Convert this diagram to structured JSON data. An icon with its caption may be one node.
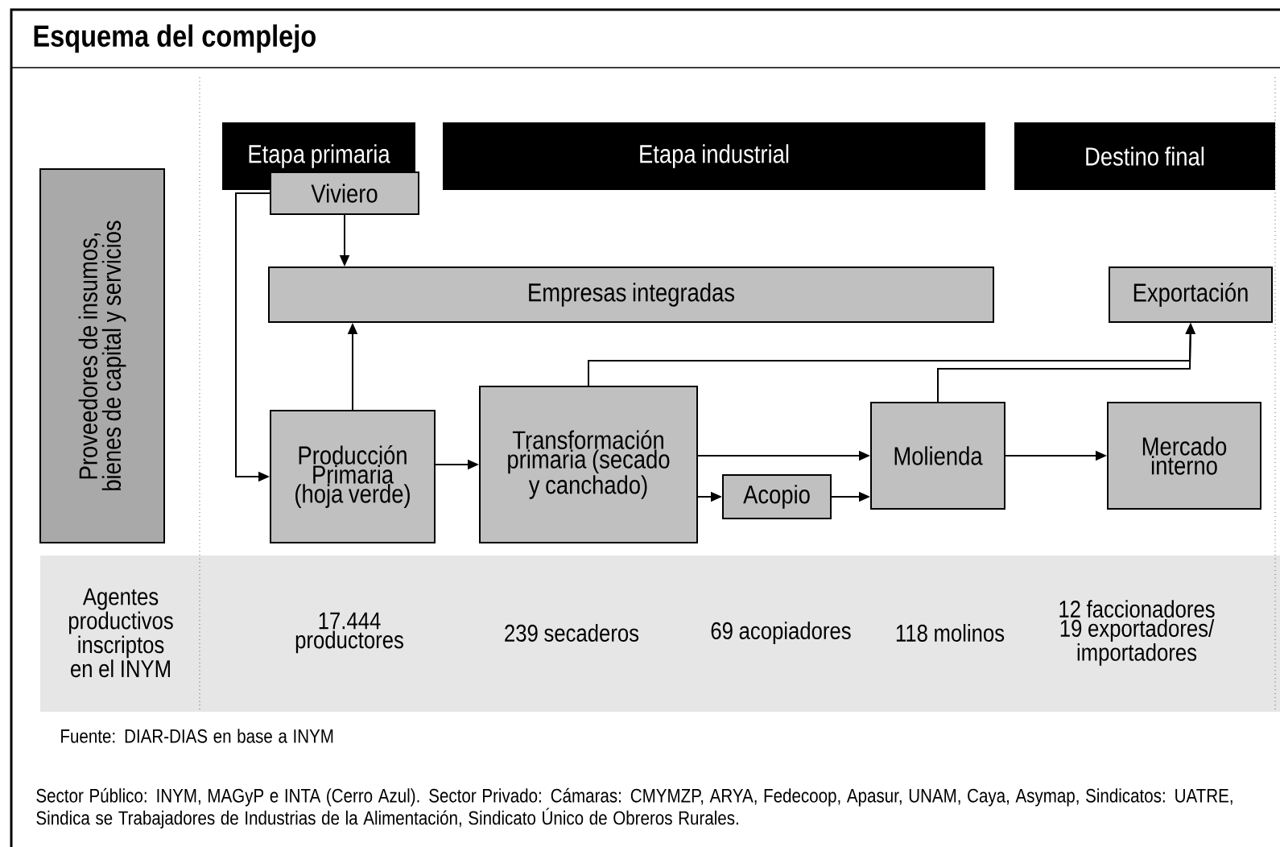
{
  "diagram": {
    "title": "Esquema del complejo",
    "nodes": [
      {
        "text": [
          "Etapa primaria"
        ]
      },
      {
        "text": [
          "Etapa industrial"
        ]
      },
      {
        "text": [
          "Destino final"
        ]
      },
      {
        "text": [
          "Proveedores de insumos, bienes de capital y servicios"
        ]
      },
      {
        "text": [
          "Viviero"
        ]
      },
      {
        "text": [
          "Empresas integradas"
        ]
      },
      {
        "text": [
          "Exportación"
        ]
      },
      {
        "text": [
          "Producción Primaria (hoja verde)"
        ]
      },
      {
        "text": [
          "Transformación primaria (secado y canchado)"
        ]
      },
      {
        "text": [
          "Acopio"
        ]
      },
      {
        "text": [
          "Molienda"
        ]
      },
      {
        "text": [
          "Mercado interno"
        ]
      }
    ],
    "edges": [
      {
        "from": 4,
        "to": 5,
        "arrow": "to"
      },
      {
        "from": 4,
        "to": 7,
        "arrow": "to"
      },
      {
        "from": 7,
        "to": 5,
        "arrow": "to"
      },
      {
        "from": 7,
        "to": 8,
        "arrow": "to"
      },
      {
        "from": 8,
        "to": 10,
        "arrow": "to"
      },
      {
        "from": 8,
        "to": 9,
        "arrow": "to"
      },
      {
        "from": 9,
        "to": 10,
        "arrow": "to"
      },
      {
        "from": 8,
        "to": 6,
        "arrow": "to"
      },
      {
        "from": 10,
        "to": 6,
        "arrow": "to"
      },
      {
        "from": 10,
        "to": 11,
        "arrow": "to"
      }
    ],
    "labels": [
      "Agentes productivos inscriptos en el INYM",
      "17.444 productores",
      "239 secaderos",
      "69 acopiadores",
      "118 molinos",
      "12 faccionadores 19 exportadores/ importadores",
      "Fuente: DIAR-DIAS en base a INYM",
      "Sector Público: INYM, MAGyP e INTA (Cerro Azul). Sector Privado: Cámaras: CMYMZP, ARYA, Fedecoop, Apasur, UNAM, Caya, Asymap, Sindicatos: UATRE, Sindica se Trabajadores de Industrias de la Alimentación, Sindicato Único de Obreros Rurales."
    ]
  }
}
